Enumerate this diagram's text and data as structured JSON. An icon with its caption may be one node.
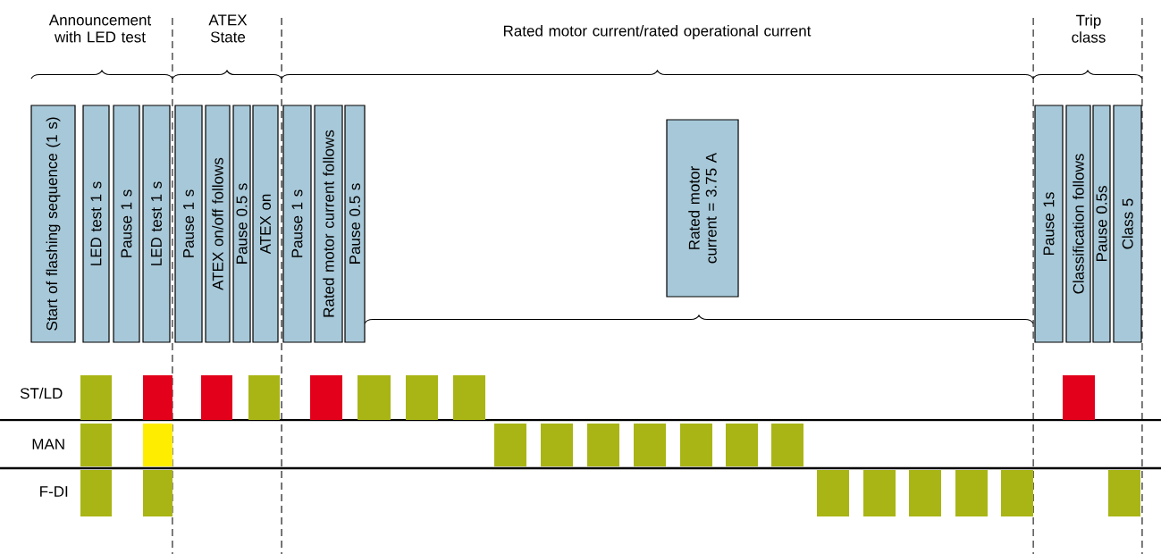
{
  "diagram": {
    "nodes": [
      {
        "text": [
          "Start of flashing sequence (1 s)"
        ]
      },
      {
        "text": [
          "LED test 1 s"
        ]
      },
      {
        "text": [
          "Pause 1 s"
        ]
      },
      {
        "text": [
          "LED test 1 s"
        ]
      },
      {
        "text": [
          "Pause 1 s"
        ]
      },
      {
        "text": [
          "ATEX on/off follows"
        ]
      },
      {
        "text": [
          "Pause 0.5 s"
        ]
      },
      {
        "text": [
          "ATEX on"
        ]
      },
      {
        "text": [
          "Pause 1 s"
        ]
      },
      {
        "text": [
          "Rated motor current follows"
        ]
      },
      {
        "text": [
          "Pause 0.5 s"
        ]
      },
      {
        "text": [
          "Rated motor current = 3.75 A"
        ]
      },
      {
        "text": [
          "Pause 1s"
        ]
      },
      {
        "text": [
          "Classification follows"
        ]
      },
      {
        "text": [
          "Pause 0.5s"
        ]
      },
      {
        "text": [
          "Class 5"
        ]
      }
    ],
    "labels": [
      "Announcement with LED test",
      "ATEX State",
      "Rated motor current/rated operational current",
      "Trip class",
      "ST/LD",
      "MAN",
      "F-DI"
    ]
  }
}
